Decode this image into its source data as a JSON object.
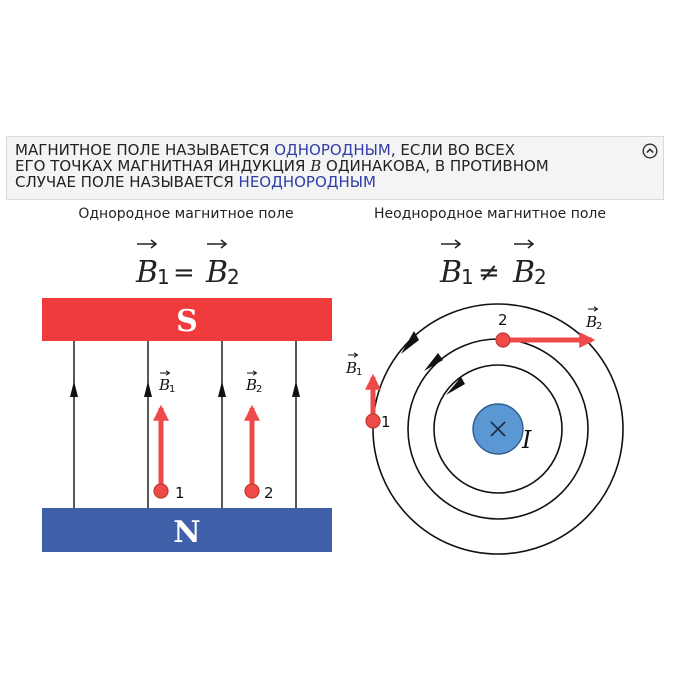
{
  "definition": {
    "line1_a": "МАГНИТНОЕ ПОЛЕ НАЗЫВАЕТСЯ ",
    "line1_hl": "ОДНОРОДНЫМ",
    "line1_b": ", ЕСЛИ ВО ВСЕХ",
    "line2_a": "ЕГО ТОЧКАХ МАГНИТНАЯ ИНДУКЦИЯ ",
    "line2_var": "B",
    "line2_b": " ОДИНАКОВА, В ПРОТИВНОМ",
    "line3_a": "СЛУЧАЕ ПОЛЕ НАЗЫВАЕТСЯ ",
    "line3_hl": "НЕОДНОРОДНЫМ",
    "collapse_icon": "chevron-up-circle-icon"
  },
  "left": {
    "caption": "Однородное магнитное поле",
    "formula": {
      "a": "B",
      "a_sub": "1",
      "op": "=",
      "b": "B",
      "b_sub": "2"
    },
    "pole_top": "S",
    "pole_bottom": "N",
    "vec1": {
      "label": "B",
      "sub": "1",
      "point": "1"
    },
    "vec2": {
      "label": "B",
      "sub": "2",
      "point": "2"
    }
  },
  "right": {
    "caption": "Неоднородное магнитное поле",
    "formula": {
      "a": "B",
      "a_sub": "1",
      "op": "≠",
      "b": "B",
      "b_sub": "2"
    },
    "current_label": "I",
    "vec1": {
      "label": "B",
      "sub": "1",
      "point": "1"
    },
    "vec2": {
      "label": "B",
      "sub": "2",
      "point": "2"
    }
  },
  "colors": {
    "pole_s": "#ef3b3b",
    "pole_n": "#3f5fa8",
    "vector": "#ef4a4a",
    "wire": "#5b97d2",
    "highlight": "#2f3ea8"
  }
}
